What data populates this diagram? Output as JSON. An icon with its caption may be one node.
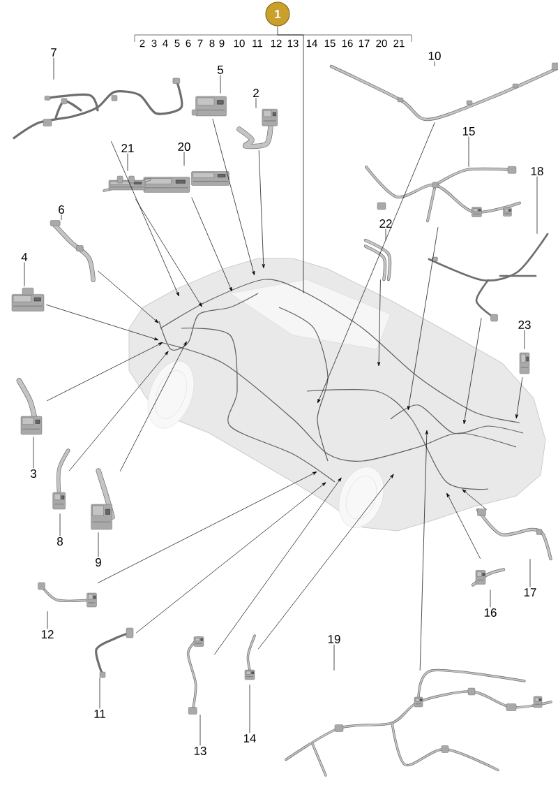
{
  "diagram": {
    "nodes": [
      {
        "text": [
          "1"
        ]
      },
      {
        "text": [
          "2"
        ]
      },
      {
        "text": [],
        "shape": "picture"
      },
      {
        "text": [
          "3"
        ]
      },
      {
        "text": [],
        "shape": "picture"
      },
      {
        "text": [
          "4"
        ]
      },
      {
        "text": [],
        "shape": "picture"
      },
      {
        "text": [
          "5"
        ]
      },
      {
        "text": [],
        "shape": "picture"
      },
      {
        "text": [
          "6"
        ]
      },
      {
        "text": [],
        "shape": "picture"
      },
      {
        "text": [
          "7"
        ]
      },
      {
        "text": [],
        "shape": "picture"
      },
      {
        "text": [
          "8"
        ]
      },
      {
        "text": [],
        "shape": "picture"
      },
      {
        "text": [
          "9"
        ]
      },
      {
        "text": [],
        "shape": "picture"
      },
      {
        "text": [
          "10"
        ]
      },
      {
        "text": [],
        "shape": "picture"
      },
      {
        "text": [
          "11"
        ]
      },
      {
        "text": [],
        "shape": "picture"
      },
      {
        "text": [
          "12"
        ]
      },
      {
        "text": [],
        "shape": "picture"
      },
      {
        "text": [
          "13"
        ]
      },
      {
        "text": [],
        "shape": "picture"
      },
      {
        "text": [
          "14"
        ]
      },
      {
        "text": [],
        "shape": "picture"
      },
      {
        "text": [
          "15"
        ]
      },
      {
        "text": [],
        "shape": "picture"
      },
      {
        "text": [
          "16"
        ]
      },
      {
        "text": [],
        "shape": "picture"
      },
      {
        "text": [
          "17"
        ]
      },
      {
        "text": [],
        "shape": "picture"
      },
      {
        "text": [
          "18"
        ]
      },
      {
        "text": [],
        "shape": "picture"
      },
      {
        "text": [
          "19"
        ]
      },
      {
        "text": [],
        "shape": "picture"
      },
      {
        "text": [
          "20"
        ]
      },
      {
        "text": [],
        "shape": "picture"
      },
      {
        "text": [
          "21"
        ]
      },
      {
        "text": [],
        "shape": "picture"
      },
      {
        "text": [
          "22"
        ]
      },
      {
        "text": [],
        "shape": "picture"
      },
      {
        "text": [
          "23"
        ]
      },
      {
        "text": [],
        "shape": "picture"
      }
    ],
    "edges": [
      {
        "from": 0,
        "to": null,
        "arrow": "none"
      },
      {
        "from": 1,
        "to": 2,
        "arrow": "none"
      },
      {
        "from": 2,
        "to": null,
        "arrow": "to"
      },
      {
        "from": 3,
        "to": 4,
        "arrow": "none"
      },
      {
        "from": 4,
        "to": null,
        "arrow": "to"
      },
      {
        "from": 5,
        "to": 6,
        "arrow": "none"
      },
      {
        "from": 6,
        "to": null,
        "arrow": "to"
      },
      {
        "from": 7,
        "to": 8,
        "arrow": "none"
      },
      {
        "from": 8,
        "to": null,
        "arrow": "to"
      },
      {
        "from": 9,
        "to": 10,
        "arrow": "none"
      },
      {
        "from": 10,
        "to": null,
        "arrow": "to"
      },
      {
        "from": 11,
        "to": 12,
        "arrow": "none"
      },
      {
        "from": 12,
        "to": null,
        "arrow": "to"
      },
      {
        "from": 13,
        "to": 14,
        "arrow": "none"
      },
      {
        "from": 14,
        "to": null,
        "arrow": "to"
      },
      {
        "from": 15,
        "to": 16,
        "arrow": "none"
      },
      {
        "from": 16,
        "to": null,
        "arrow": "to"
      },
      {
        "from": 17,
        "to": 18,
        "arrow": "none"
      },
      {
        "from": 18,
        "to": null,
        "arrow": "to"
      },
      {
        "from": 19,
        "to": 20,
        "arrow": "none"
      },
      {
        "from": 20,
        "to": null,
        "arrow": "to"
      },
      {
        "from": 21,
        "to": 22,
        "arrow": "none"
      },
      {
        "from": 22,
        "to": null,
        "arrow": "to"
      },
      {
        "from": 23,
        "to": 24,
        "arrow": "none"
      },
      {
        "from": 24,
        "to": null,
        "arrow": "to"
      },
      {
        "from": 25,
        "to": 26,
        "arrow": "none"
      },
      {
        "from": 26,
        "to": null,
        "arrow": "to"
      },
      {
        "from": 27,
        "to": 28,
        "arrow": "none"
      },
      {
        "from": 28,
        "to": null,
        "arrow": "to"
      },
      {
        "from": 29,
        "to": 30,
        "arrow": "none"
      },
      {
        "from": 30,
        "to": null,
        "arrow": "to"
      },
      {
        "from": 31,
        "to": 32,
        "arrow": "none"
      },
      {
        "from": 32,
        "to": null,
        "arrow": "to"
      },
      {
        "from": 33,
        "to": 34,
        "arrow": "none"
      },
      {
        "from": 34,
        "to": null,
        "arrow": "to"
      },
      {
        "from": 35,
        "to": 36,
        "arrow": "none"
      },
      {
        "from": 36,
        "to": null,
        "arrow": "to"
      },
      {
        "from": 37,
        "to": 38,
        "arrow": "none"
      },
      {
        "from": 38,
        "to": null,
        "arrow": "to"
      },
      {
        "from": 39,
        "to": 40,
        "arrow": "none"
      },
      {
        "from": 40,
        "to": null,
        "arrow": "to"
      },
      {
        "from": 41,
        "to": 42,
        "arrow": "none"
      },
      {
        "from": 42,
        "to": null,
        "arrow": "to"
      },
      {
        "from": 43,
        "to": 44,
        "arrow": "none"
      },
      {
        "from": 44,
        "to": null,
        "arrow": "to"
      }
    ],
    "labels": [
      "2",
      "3",
      "4",
      "5",
      "6",
      "7",
      "8",
      "9",
      "10",
      "11",
      "12",
      "13",
      "14",
      "15",
      "16",
      "17",
      "20",
      "21"
    ]
  }
}
